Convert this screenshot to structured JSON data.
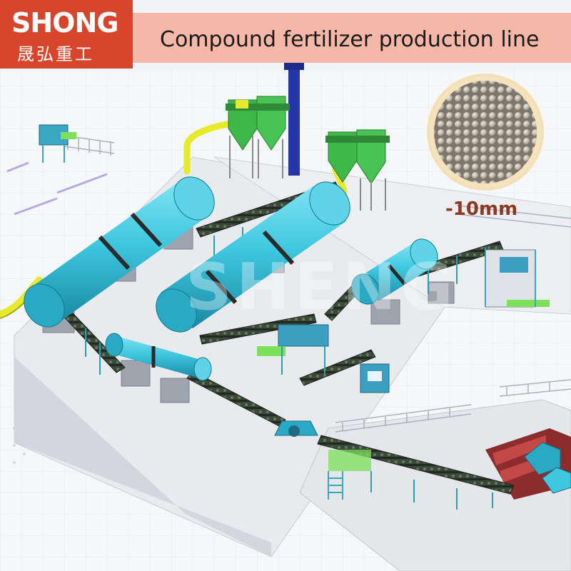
{
  "brand": {
    "logo_text": "SHONG",
    "logo_subtext": "晟弘重工",
    "color": "#d8452a"
  },
  "header": {
    "title": "Compound fertilizer production line",
    "band_color": "#f4b7a8"
  },
  "inset": {
    "label": "-10mm"
  },
  "watermark": {
    "text": "SHENG"
  },
  "colors": {
    "drum": "#3ec7df",
    "pipe": "#e6ea2a",
    "cyclone": "#3fb84a",
    "conveyor": "#2f3b2f",
    "frame": "#3aa7c2",
    "accent_green": "#7ee05a"
  }
}
